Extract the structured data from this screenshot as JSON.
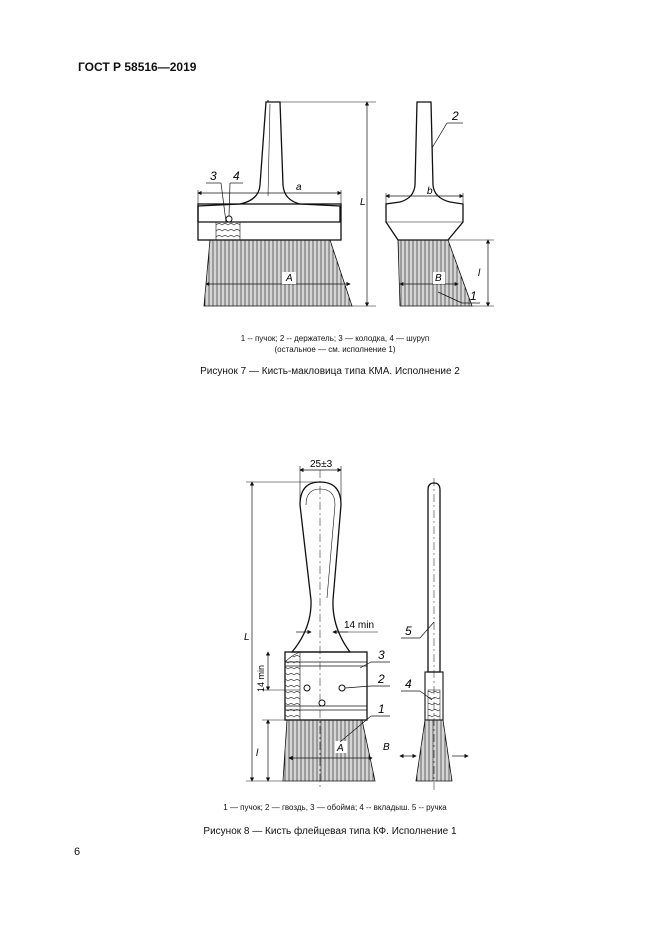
{
  "header": {
    "standard": "ГОСТ Р 58516—2019"
  },
  "figure7": {
    "labels": {
      "callout1": "1",
      "callout2": "2",
      "callout3": "3",
      "callout4": "4",
      "dim_a": "a",
      "dim_b": "b",
      "dim_L": "L",
      "dim_l": "l",
      "dim_A": "A",
      "dim_B": "B"
    },
    "legend_line1": "1 -- пучок; 2 -- держатель; 3 — колодка, 4 — шуруп",
    "legend_line2": "(остальное — см. исполнение 1)",
    "caption": "Рисунок 7 — Кисть-макловица типа КМА. Исполнение 2"
  },
  "figure8": {
    "labels": {
      "width_top": "25±3",
      "neck_min": "14 min",
      "side_min": "14 min",
      "dim_L": "L",
      "dim_l": "l",
      "dim_A": "A",
      "dim_B": "B",
      "callout1": "1",
      "callout2": "2",
      "callout3": "3",
      "callout4": "4",
      "callout5": "5"
    },
    "legend": "1 — пучок; 2 — гвоздь, 3 — обойма; 4 -- вкладыш. 5 -- ручка",
    "caption": "Рисунок 8 — Кисть флейцевая типа КФ. Исполнение 1"
  },
  "page_number": "6"
}
